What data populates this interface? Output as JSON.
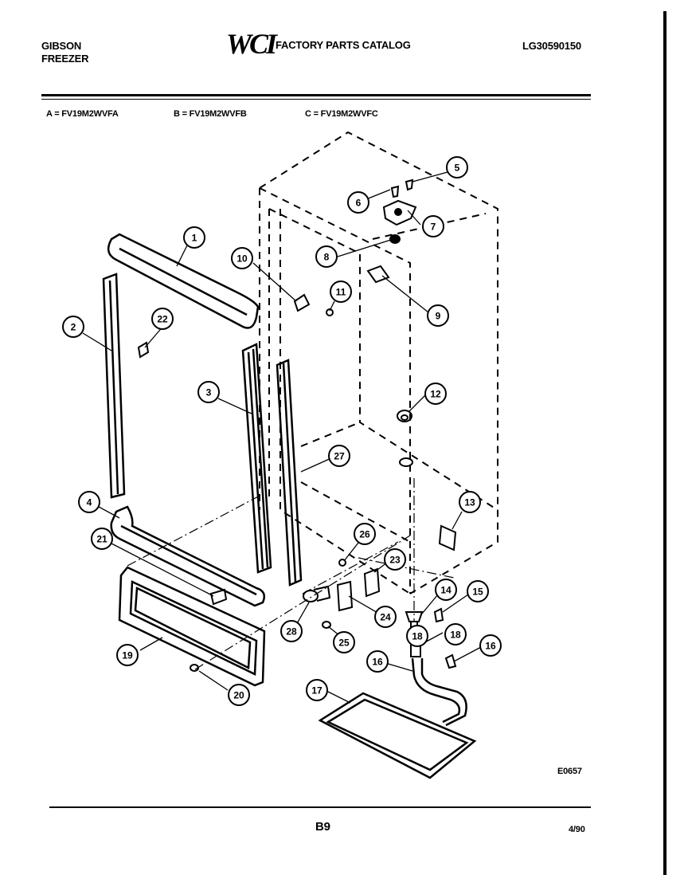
{
  "header": {
    "brand_line1": "GIBSON",
    "brand_line2": "FREEZER",
    "logo": "WCI",
    "catalog_title": "FACTORY PARTS CATALOG",
    "catalog_number": "LG30590150"
  },
  "models": [
    {
      "label": "A = FV19M2WVFA"
    },
    {
      "label": "B = FV19M2WVFB"
    },
    {
      "label": "C = FV19M2WVFC"
    }
  ],
  "callouts": [
    "1",
    "2",
    "3",
    "4",
    "5",
    "6",
    "7",
    "8",
    "9",
    "10",
    "11",
    "12",
    "13",
    "14",
    "15",
    "16",
    "16",
    "17",
    "18",
    "18",
    "19",
    "20",
    "21",
    "22",
    "23",
    "24",
    "25",
    "26",
    "27",
    "28"
  ],
  "footer": {
    "drawing_code": "E0657",
    "page": "B9",
    "date": "4/90"
  },
  "colors": {
    "ink": "#000000",
    "paper": "#ffffff"
  }
}
